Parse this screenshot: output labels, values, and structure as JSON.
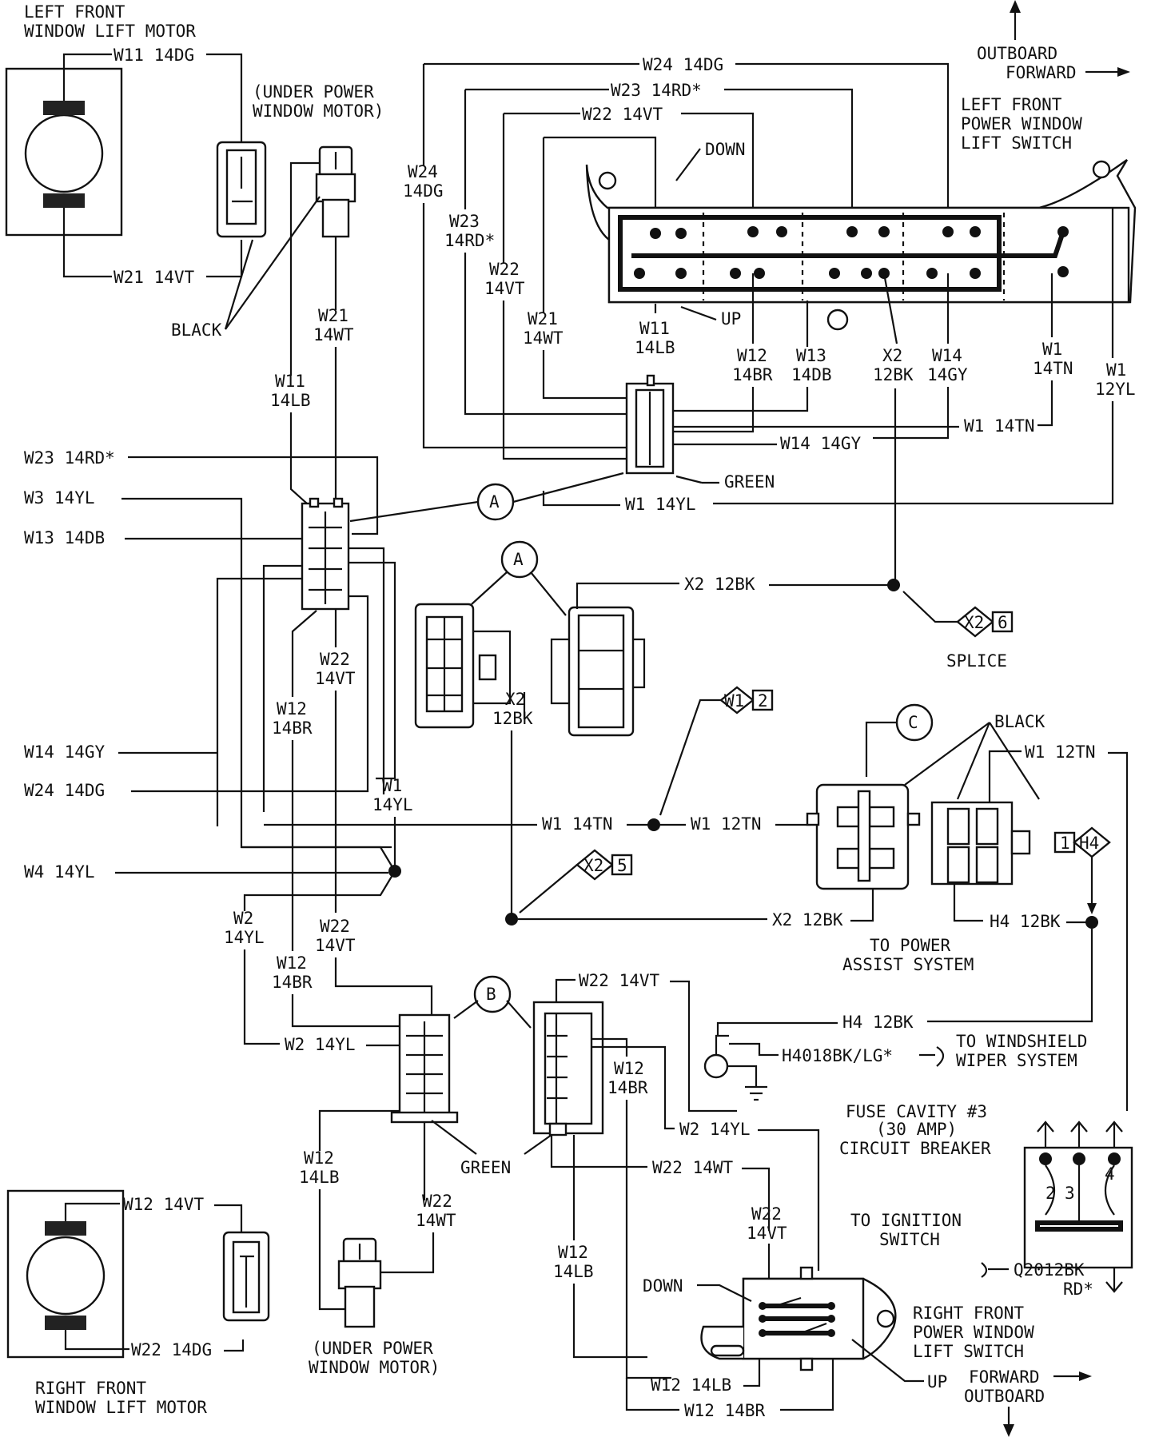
{
  "labels": {
    "lf_motor_title_1": "LEFT FRONT",
    "lf_motor_title_2": "WINDOW LIFT MOTOR",
    "w11_14dg": "W11 14DG",
    "w21_14vt": "W21 14VT",
    "under_motor_1": "(UNDER POWER",
    "under_motor_2": "WINDOW MOTOR)",
    "black_1": "BLACK",
    "w21_14wt_a": "W21",
    "w21_14wt_b": "14WT",
    "w11_14lb_a": "W11",
    "w11_14lb_b": "14LB",
    "w24_14dg_top": "W24 14DG",
    "w23_14rd_top": "W23 14RD*",
    "w22_14vt_top": "W22 14VT",
    "outboard_1": "OUTBOARD",
    "forward_1": "FORWARD",
    "lf_switch_1": "LEFT FRONT",
    "lf_switch_2": "POWER WINDOW",
    "lf_switch_3": "LIFT SWITCH",
    "down_1": "DOWN",
    "up_1": "UP",
    "w24_v_a": "W24",
    "w24_v_b": "14DG",
    "w23_v_a": "W23",
    "w23_v_b": "14RD*",
    "w22_v_a": "W22",
    "w22_v_b": "14VT",
    "w21_v_a": "W21",
    "w21_v_b": "14WT",
    "w11_v_a": "W11",
    "w11_v_b": "14LB",
    "w12_v_a": "W12",
    "w12_v_b": "14BR",
    "w13_v_a": "W13",
    "w13_v_b": "14DB",
    "x2_v_a": "X2",
    "x2_v_b": "12BK",
    "w14_v_a": "W14",
    "w14_v_b": "14GY",
    "w1_tn_a": "W1",
    "w1_tn_b": "14TN",
    "w1_yl_a": "W1",
    "w1_yl_b": "12YL",
    "w1_14tn_h": "W1 14TN",
    "w14_14gy_h": "W14 14GY",
    "green_1": "GREEN",
    "w1_14yl_h": "W1 14YL",
    "conn_a": "A",
    "conn_b": "B",
    "conn_c": "C",
    "w23_left": "W23 14RD*",
    "w3_left": "W3 14YL",
    "w13_left": "W13 14DB",
    "w14_left": "W14 14GY",
    "w24_left": "W24 14DG",
    "w4_left": "W4 14YL",
    "x2_12bk_h": "X2 12BK",
    "x2_box": "X2",
    "x2_box_num": "6",
    "splice": "SPLICE",
    "w22_14vt_a": "W22",
    "w22_14vt_b": "14VT",
    "w12_14br_a": "W12",
    "w12_14br_b": "14BR",
    "x2_12bk_v_a": "X2",
    "x2_12bk_v_b": "12BK",
    "w1_box": "W1",
    "w1_box_num": "2",
    "black_2": "BLACK",
    "w1_12tn_h": "W1 12TN",
    "w1_14yl_v_a": "W1",
    "w1_14yl_v_b": "14YL",
    "w1_14tn_mid": "W1 14TN",
    "w1_12tn_mid": "W1 12TN",
    "h4_box": "H4",
    "h4_box_num": "1",
    "x2_box2": "X2",
    "x2_box2_num": "5",
    "x2_12bk_low": "X2 12BK",
    "h4_12bk_a": "H4 12BK",
    "to_power_1": "TO POWER",
    "to_power_2": "ASSIST SYSTEM",
    "w2_14yl_a": "W2",
    "w2_14yl_b": "14YL",
    "w22_14vt2_a": "W22",
    "w22_14vt2_b": "14VT",
    "w12_14br2_a": "W12",
    "w12_14br2_b": "14BR",
    "w22_14vt_h": "W22 14VT",
    "h4_12bk_b": "H4 12BK",
    "h4018": "H4018BK/LG*",
    "to_wiper_1": "TO WINDSHIELD",
    "to_wiper_2": "WIPER SYSTEM",
    "w2_14yl_h": "W2 14YL",
    "w12_14br3_a": "W12",
    "w12_14br3_b": "14BR",
    "fuse_1": "FUSE CAVITY #3",
    "fuse_2": "(30 AMP)",
    "fuse_3": "CIRCUIT BREAKER",
    "green_2": "GREEN",
    "w2_14yl_h2": "W2 14YL",
    "w22_14wt_h": "W22 14WT",
    "w12_14lb_a": "W12",
    "w12_14lb_b": "14LB",
    "w22_14wt_a": "W22",
    "w22_14wt_b": "14WT",
    "w22_14vt3_a": "W22",
    "w22_14vt3_b": "14VT",
    "to_ign_1": "TO IGNITION",
    "to_ign_2": "SWITCH",
    "cb_2": "2",
    "cb_3": "3",
    "cb_4": "4",
    "q2012_a": "Q2012BK",
    "q2012_b": "RD*",
    "w12_14vt_h": "W12 14VT",
    "w22_14dg_h": "W22 14DG",
    "w12_14lb2_a": "W12",
    "w12_14lb2_b": "14LB",
    "down_2": "DOWN",
    "up_2": "UP",
    "rf_switch_1": "RIGHT FRONT",
    "rf_switch_2": "POWER WINDOW",
    "rf_switch_3": "LIFT SWITCH",
    "forward_2": "FORWARD",
    "outboard_2": "OUTBOARD",
    "w12_14lb_h": "W12 14LB",
    "w12_14br_h": "W12 14BR",
    "under_motor_3": "(UNDER POWER",
    "under_motor_4": "WINDOW MOTOR)",
    "rf_motor_1": "RIGHT FRONT",
    "rf_motor_2": "WINDOW LIFT MOTOR"
  }
}
